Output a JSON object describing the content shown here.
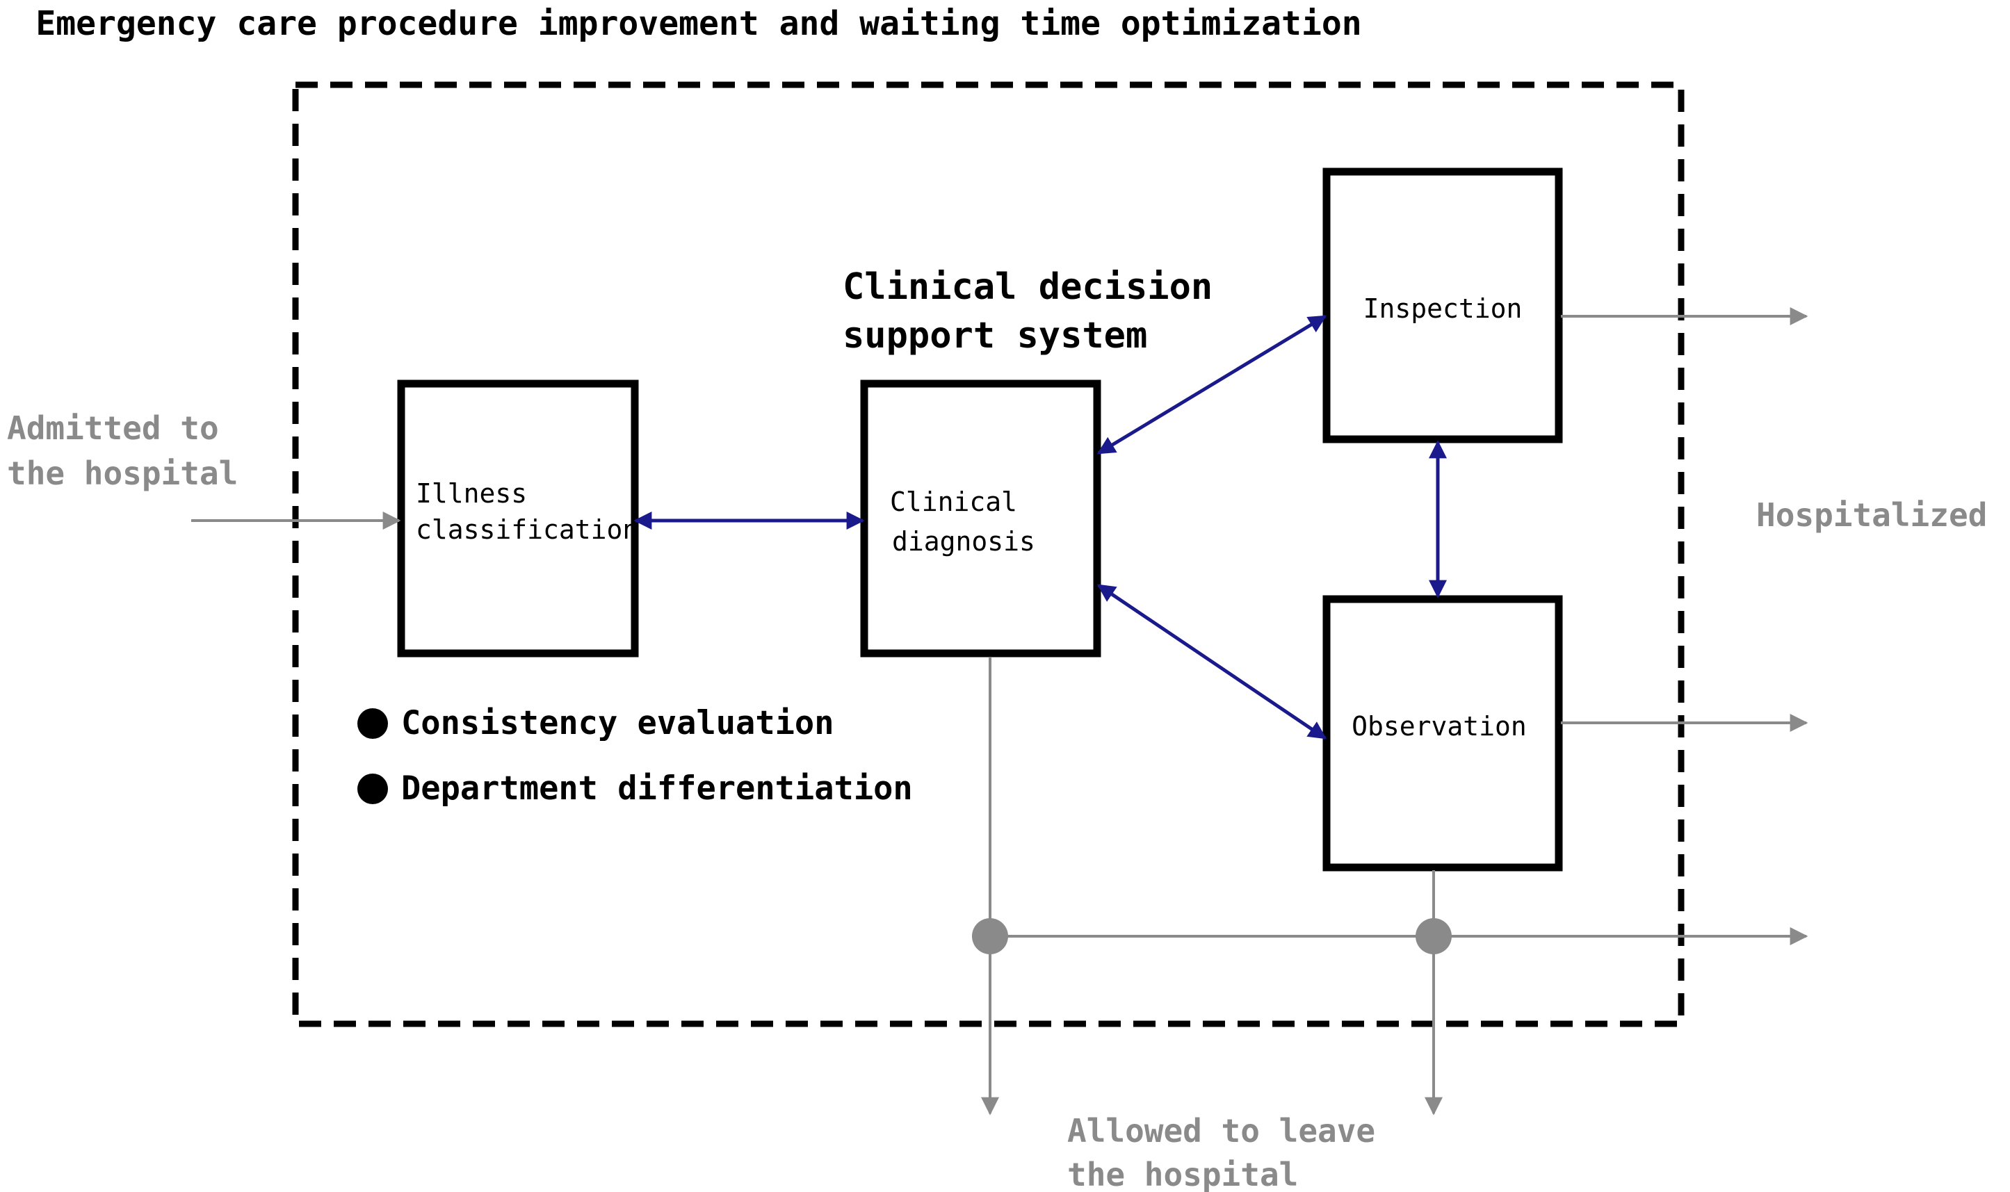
{
  "title": "Emergency care procedure improvement and waiting time optimization",
  "system_label": {
    "line1": "Clinical decision",
    "line2": "support system"
  },
  "boxes": {
    "illness_classification": {
      "line1": "Illness",
      "line2": "classification"
    },
    "clinical_diagnosis": {
      "line1": "Clinical",
      "line2": "diagnosis"
    },
    "inspection": {
      "line1": "Inspection"
    },
    "observation": {
      "line1": "Observation"
    }
  },
  "bullets": [
    "Consistency evaluation",
    "Department differentiation"
  ],
  "labels": {
    "admitted": {
      "line1": "Admitted to",
      "line2": "the hospital"
    },
    "hospitalized": "Hospitalized",
    "allowed_to_leave": {
      "line1": "Allowed to leave",
      "line2": "the hospital"
    }
  },
  "colors": {
    "box_border": "#000000",
    "dashed_frame": "#000000",
    "internal_arrow": "#1a1a8c",
    "external_arrow": "#8a8a8a",
    "label_gray": "#8a8a8a"
  }
}
